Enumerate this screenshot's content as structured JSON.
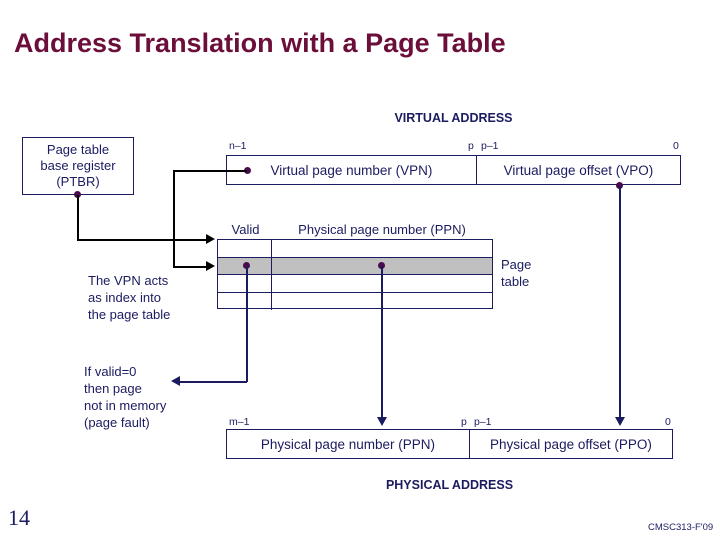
{
  "slide": {
    "title": "Address Translation with a Page Table",
    "page_number": "14",
    "course_tag": "CMSC313-F'09",
    "title_color": "#6b0f3a",
    "ink_color": "#1b1b60",
    "dot_color": "#4b0a4b",
    "highlight_color": "#c0c0c0"
  },
  "virtual_address": {
    "caption": "VIRTUAL ADDRESS",
    "bits": {
      "high": "n–1",
      "split_left": "p",
      "split_right": "p–1",
      "low": "0"
    },
    "fields": [
      {
        "label": "Virtual page number (VPN)"
      },
      {
        "label": "Virtual page offset (VPO)"
      }
    ]
  },
  "physical_address": {
    "caption": "PHYSICAL ADDRESS",
    "bits": {
      "high": "m–1",
      "split_left": "p",
      "split_right": "p–1",
      "low": "0"
    },
    "fields": [
      {
        "label": "Physical page number (PPN)"
      },
      {
        "label": "Physical page offset (PPO)"
      }
    ]
  },
  "ptbr": {
    "line1": "Page table",
    "line2": "base register",
    "line3": "(PTBR)"
  },
  "page_table": {
    "side_label_line1": "Page",
    "side_label_line2": "table",
    "columns": [
      {
        "header": "Valid"
      },
      {
        "header": "Physical page number (PPN)"
      }
    ],
    "rows": [
      {
        "highlighted": false
      },
      {
        "highlighted": true
      },
      {
        "highlighted": false
      },
      {
        "highlighted": false
      }
    ]
  },
  "annotations": {
    "vpn_index": {
      "line1": "The VPN acts",
      "line2": "as index into",
      "line3": "the page table"
    },
    "page_fault": {
      "line1": "If valid=0",
      "line2": "then page",
      "line3": "not in memory",
      "line4": "(page fault)"
    }
  }
}
